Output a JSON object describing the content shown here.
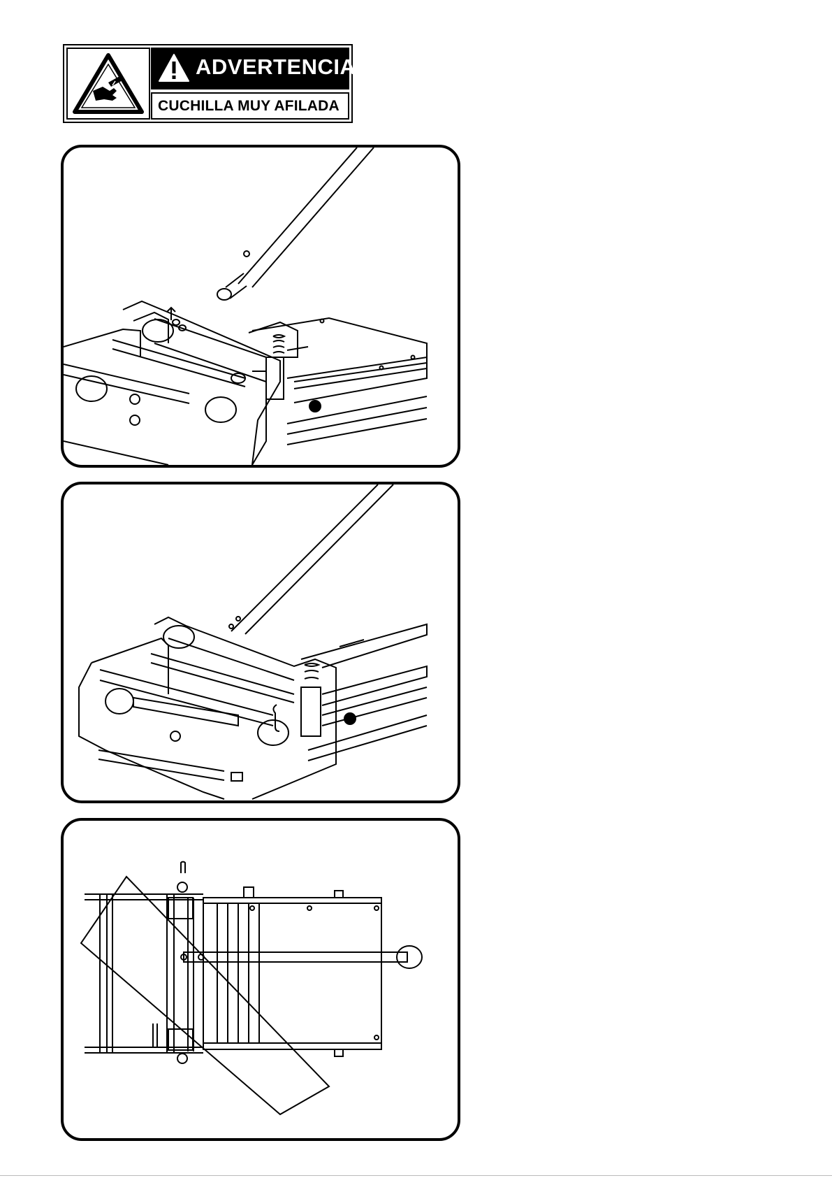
{
  "warning_label": {
    "signal_word": "ADVERTENCIA",
    "message": "CUCHILLA MUY AFILADA",
    "pictogram": "hand-cut-icon",
    "alert_symbol": "exclamation-triangle-icon",
    "colors": {
      "band": "#000000",
      "text_on_band": "#ffffff",
      "text": "#000000"
    }
  },
  "figures": [
    {
      "id": "step-1",
      "content": "cutter-arm-with-screw-illustration"
    },
    {
      "id": "step-2",
      "content": "cutter-arm-installed-illustration"
    },
    {
      "id": "step-3",
      "content": "top-view-cutter-with-sheet-illustration"
    }
  ]
}
